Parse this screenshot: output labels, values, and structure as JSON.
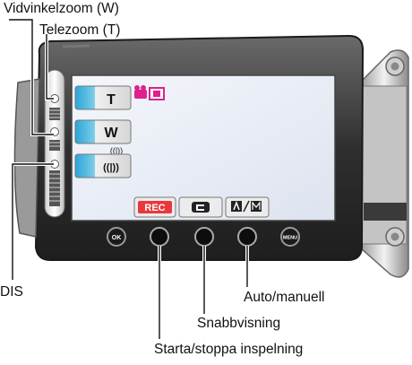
{
  "labels": {
    "wide_zoom": "Vidvinkelzoom (W)",
    "tele_zoom": "Telezoom (T)",
    "dis": "DIS",
    "auto_manual": "Auto/manuell",
    "quick_review": "Snabbvisning",
    "start_stop": "Starta/stoppa inspelning"
  },
  "screen": {
    "t_button": "T",
    "w_button": "W",
    "rec_button": "REC",
    "ok_button": "OK",
    "menu_button": "MENU"
  },
  "colors": {
    "body": "#3a3a3a",
    "screen": "#e6ebf4",
    "button_blue": "#2aa6d8",
    "rec_red": "#e8383d",
    "icon_magenta": "#e0208c"
  }
}
